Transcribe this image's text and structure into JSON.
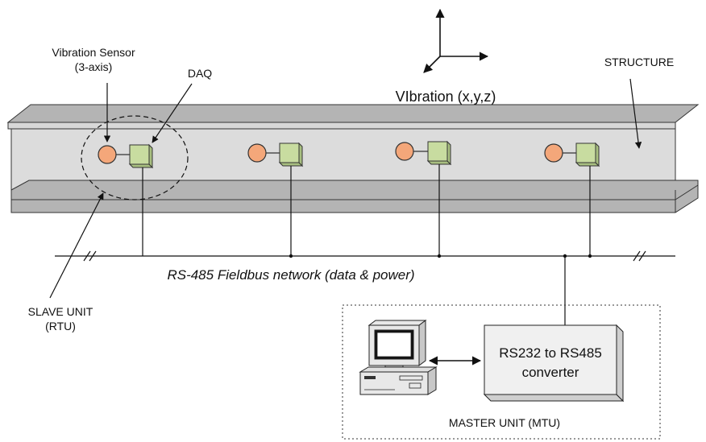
{
  "labels": {
    "vibration_sensor_line1": "Vibration Sensor",
    "vibration_sensor_line2": "(3-axis)",
    "daq": "DAQ",
    "vibration_axes": "VIbration (x,y,z)",
    "structure": "STRUCTURE",
    "network": "RS-485 Fieldbus network (data & power)",
    "slave_unit_line1": "SLAVE UNIT",
    "slave_unit_line2": "(RTU)",
    "converter_line1": "RS232 to RS485",
    "converter_line2": "converter",
    "master_unit": "MASTER UNIT (MTU)"
  },
  "nodes": [
    {
      "sensor": "vibration-sensor",
      "daq": "daq-box"
    },
    {
      "sensor": "vibration-sensor",
      "daq": "daq-box"
    },
    {
      "sensor": "vibration-sensor",
      "daq": "daq-box"
    },
    {
      "sensor": "vibration-sensor",
      "daq": "daq-box"
    }
  ],
  "colors": {
    "sensor": "#f4a77a",
    "daq": "#c8dca0",
    "beam_face": "#dcdcdc",
    "beam_flange": "#b4b4b4",
    "converter": "#f0f0f0"
  }
}
